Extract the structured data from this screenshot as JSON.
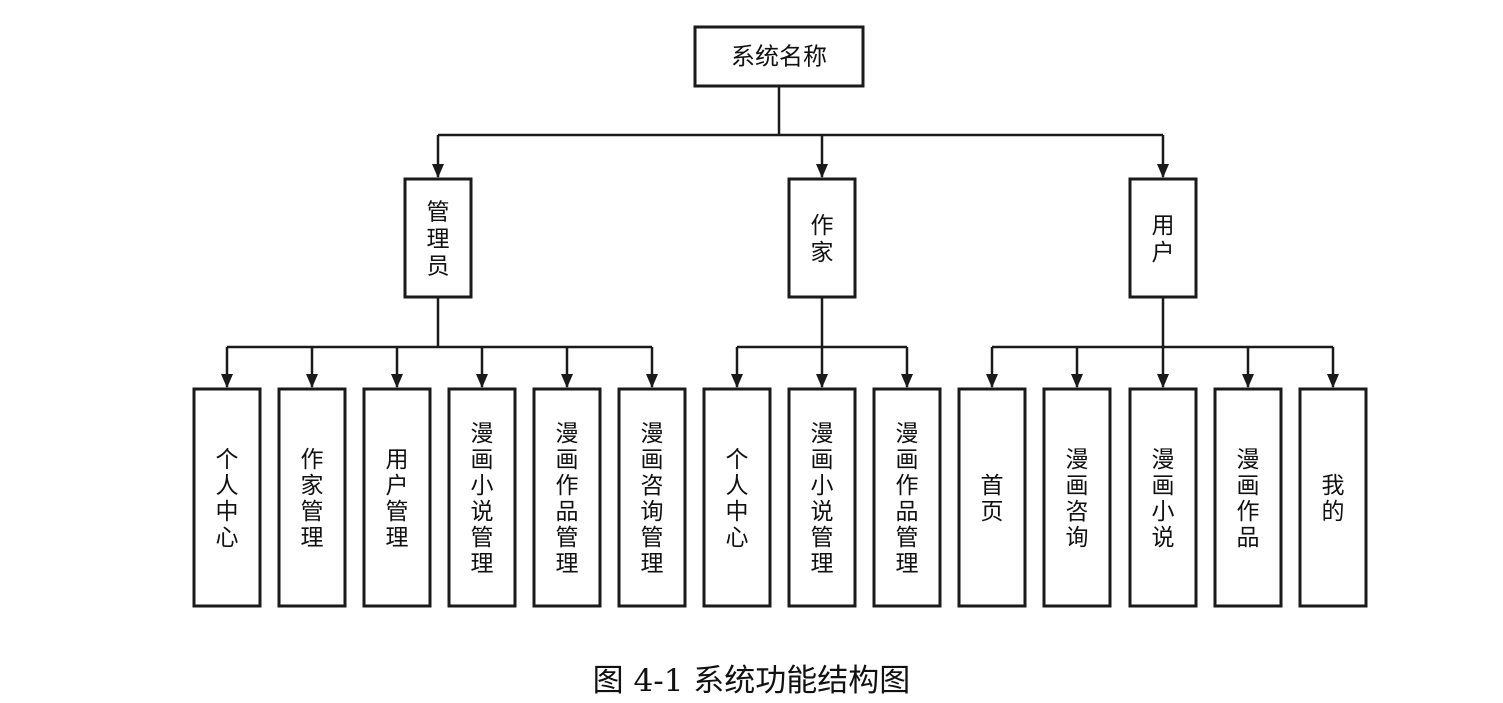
{
  "diagram": {
    "root": {
      "id": "root",
      "label": "系统名称"
    },
    "roles": [
      {
        "id": "admin",
        "label": "管理员",
        "children": [
          "个人中心",
          "作家管理",
          "用户管理",
          "漫画小说管理",
          "漫画作品管理",
          "漫画咨询管理"
        ]
      },
      {
        "id": "writer",
        "label": "作家",
        "children": [
          "个人中心",
          "漫画小说管理",
          "漫画作品管理"
        ]
      },
      {
        "id": "user",
        "label": "用户",
        "children": [
          "首页",
          "漫画咨询",
          "漫画小说",
          "漫画作品",
          "我的"
        ]
      }
    ]
  },
  "caption": "图 4-1  系统功能结构图",
  "colors": {
    "line": "#1a1a1a",
    "background": "#ffffff"
  }
}
